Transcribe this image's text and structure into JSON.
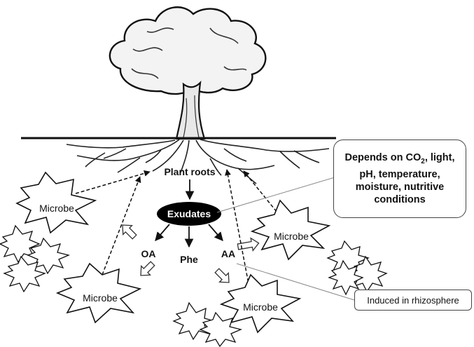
{
  "labels": {
    "plant_roots": "Plant roots",
    "exudates": "Exudates",
    "oa": "OA",
    "phe": "Phe",
    "aa": "AA",
    "microbe": "Microbe",
    "depends_prefix": "Depends on CO",
    "depends_sub": "2",
    "depends_rest": ", light, pH, temperature, moisture, nutritive conditions",
    "induced": "Induced in rhizosphere"
  },
  "colors": {
    "ink": "#111111",
    "exudate_fill": "#000000",
    "exudate_text": "#ffffff",
    "box_border": "#444444"
  }
}
